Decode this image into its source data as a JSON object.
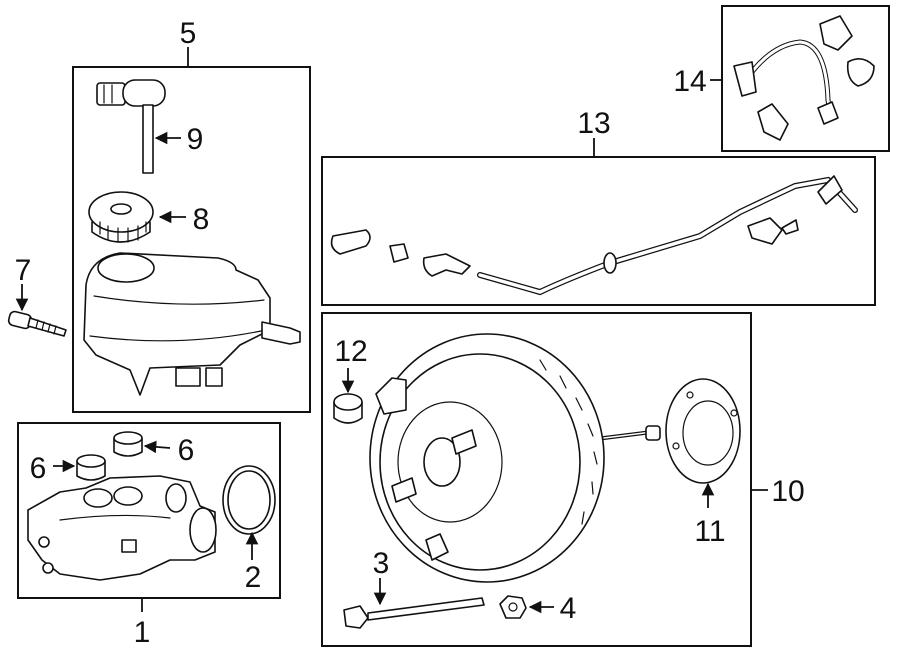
{
  "callouts": {
    "c1": "1",
    "c2": "2",
    "c3": "3",
    "c4": "4",
    "c5": "5",
    "c6a": "6",
    "c6b": "6",
    "c7": "7",
    "c8": "8",
    "c9": "9",
    "c10": "10",
    "c11": "11",
    "c12": "12",
    "c13": "13",
    "c14": "14"
  },
  "colors": {
    "line": "#111111",
    "background": "#ffffff"
  }
}
